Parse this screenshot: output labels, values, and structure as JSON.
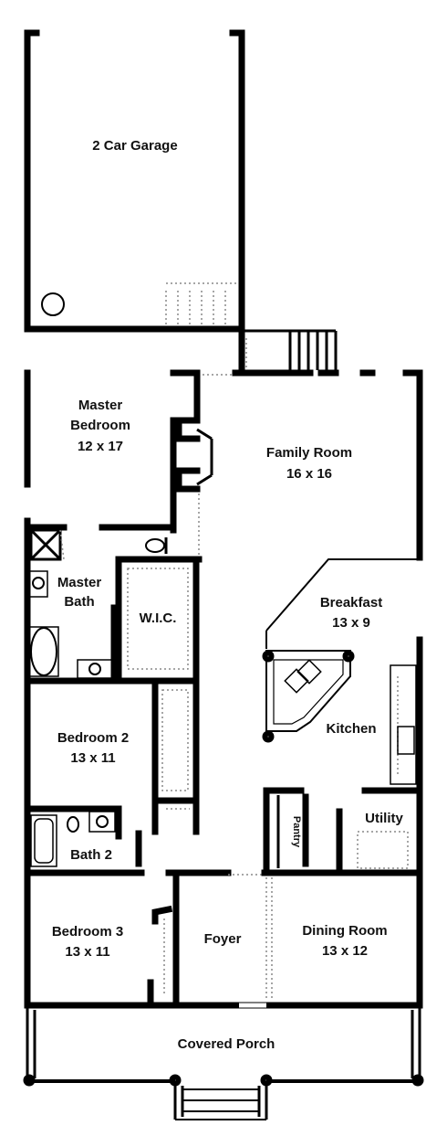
{
  "rooms": {
    "garage": {
      "name": "2 Car Garage"
    },
    "master_bedroom": {
      "name_line1": "Master",
      "name_line2": "Bedroom",
      "size": "12 x 17"
    },
    "family_room": {
      "name": "Family Room",
      "size": "16 x 16"
    },
    "master_bath": {
      "name_line1": "Master",
      "name_line2": "Bath"
    },
    "wic": {
      "name": "W.I.C."
    },
    "breakfast": {
      "name": "Breakfast",
      "size": "13 x 9"
    },
    "kitchen": {
      "name": "Kitchen"
    },
    "bedroom2": {
      "name": "Bedroom 2",
      "size": "13 x 11"
    },
    "pantry": {
      "name": "Pantry"
    },
    "utility": {
      "name": "Utility"
    },
    "bath2": {
      "name": "Bath 2"
    },
    "bedroom3": {
      "name": "Bedroom 3",
      "size": "13 x 11"
    },
    "foyer": {
      "name": "Foyer"
    },
    "dining_room": {
      "name": "Dining Room",
      "size": "13 x 12"
    },
    "covered_porch": {
      "name": "Covered Porch"
    }
  }
}
